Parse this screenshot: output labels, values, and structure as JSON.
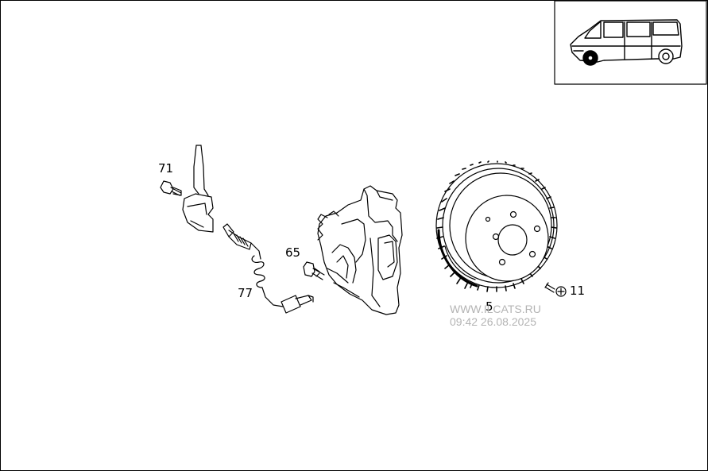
{
  "parts": [
    {
      "id": "71",
      "label": "71"
    },
    {
      "id": "65",
      "label": "65"
    },
    {
      "id": "77",
      "label": "77"
    },
    {
      "id": "5",
      "label": "5"
    },
    {
      "id": "11",
      "label": "11"
    }
  ],
  "watermark": {
    "site": "WWW.ILCATS.RU",
    "datetime": "09:42 26.08.2025"
  },
  "thumbnail": {
    "icon": "van-icon",
    "highlight": "front-left-wheel"
  },
  "colors": {
    "line": "#000000",
    "watermark": "#b4b4b4"
  }
}
